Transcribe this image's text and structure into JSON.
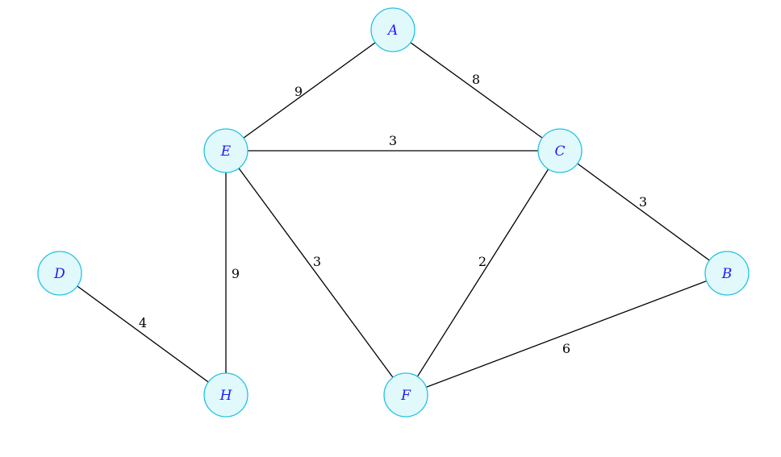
{
  "graph": {
    "nodes": [
      {
        "id": "A",
        "label": "A"
      },
      {
        "id": "E",
        "label": "E"
      },
      {
        "id": "C",
        "label": "C"
      },
      {
        "id": "D",
        "label": "D"
      },
      {
        "id": "B",
        "label": "B"
      },
      {
        "id": "H",
        "label": "H"
      },
      {
        "id": "F",
        "label": "F"
      }
    ],
    "edges": [
      {
        "from": "A",
        "to": "E",
        "weight": "9"
      },
      {
        "from": "A",
        "to": "C",
        "weight": "8"
      },
      {
        "from": "E",
        "to": "C",
        "weight": "3"
      },
      {
        "from": "C",
        "to": "B",
        "weight": "3"
      },
      {
        "from": "E",
        "to": "H",
        "weight": "9"
      },
      {
        "from": "E",
        "to": "F",
        "weight": "3"
      },
      {
        "from": "C",
        "to": "F",
        "weight": "2"
      },
      {
        "from": "D",
        "to": "H",
        "weight": "4"
      },
      {
        "from": "F",
        "to": "B",
        "weight": "6"
      }
    ],
    "colors": {
      "node_fill": "#e2f9fc",
      "node_stroke": "#22c3e0",
      "node_text": "#1a1aff",
      "edge": "#000000",
      "edge_text": "#000000"
    }
  }
}
